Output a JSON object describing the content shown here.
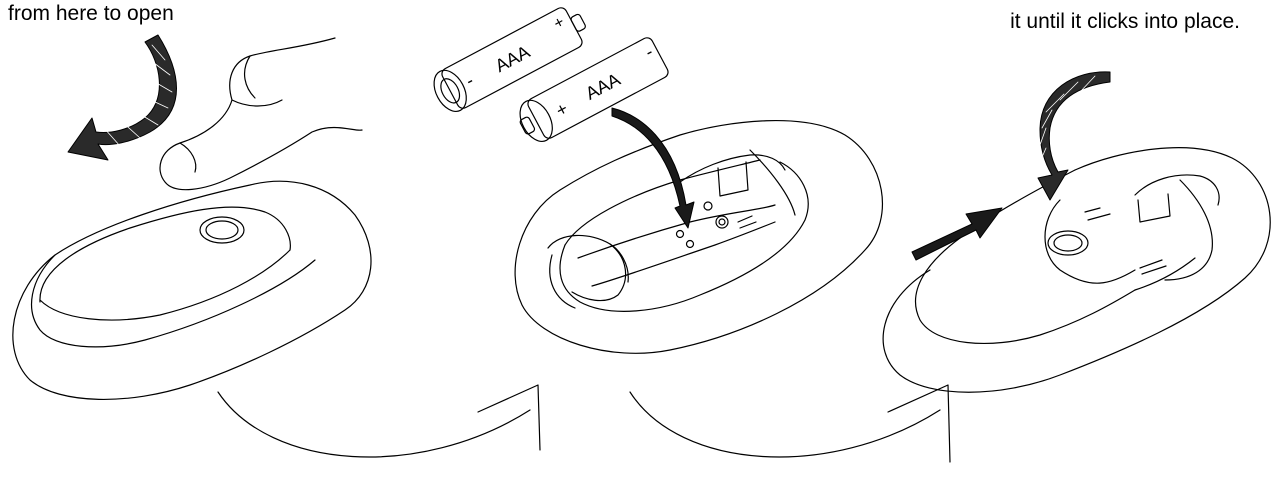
{
  "captions": {
    "step1_fragment": "from here to open",
    "step3_fragment": "it until it clicks into place."
  },
  "batteries": [
    {
      "type": "AAA",
      "plus": "+",
      "minus": "-"
    },
    {
      "type": "AAA",
      "plus": "+",
      "minus": "-"
    }
  ],
  "icons": [
    "finger-press-icon",
    "curved-arrow-icon",
    "battery-icon",
    "push-arrow-icon",
    "flow-arrow-icon"
  ],
  "colors": {
    "line": "#000000",
    "background": "#ffffff"
  }
}
